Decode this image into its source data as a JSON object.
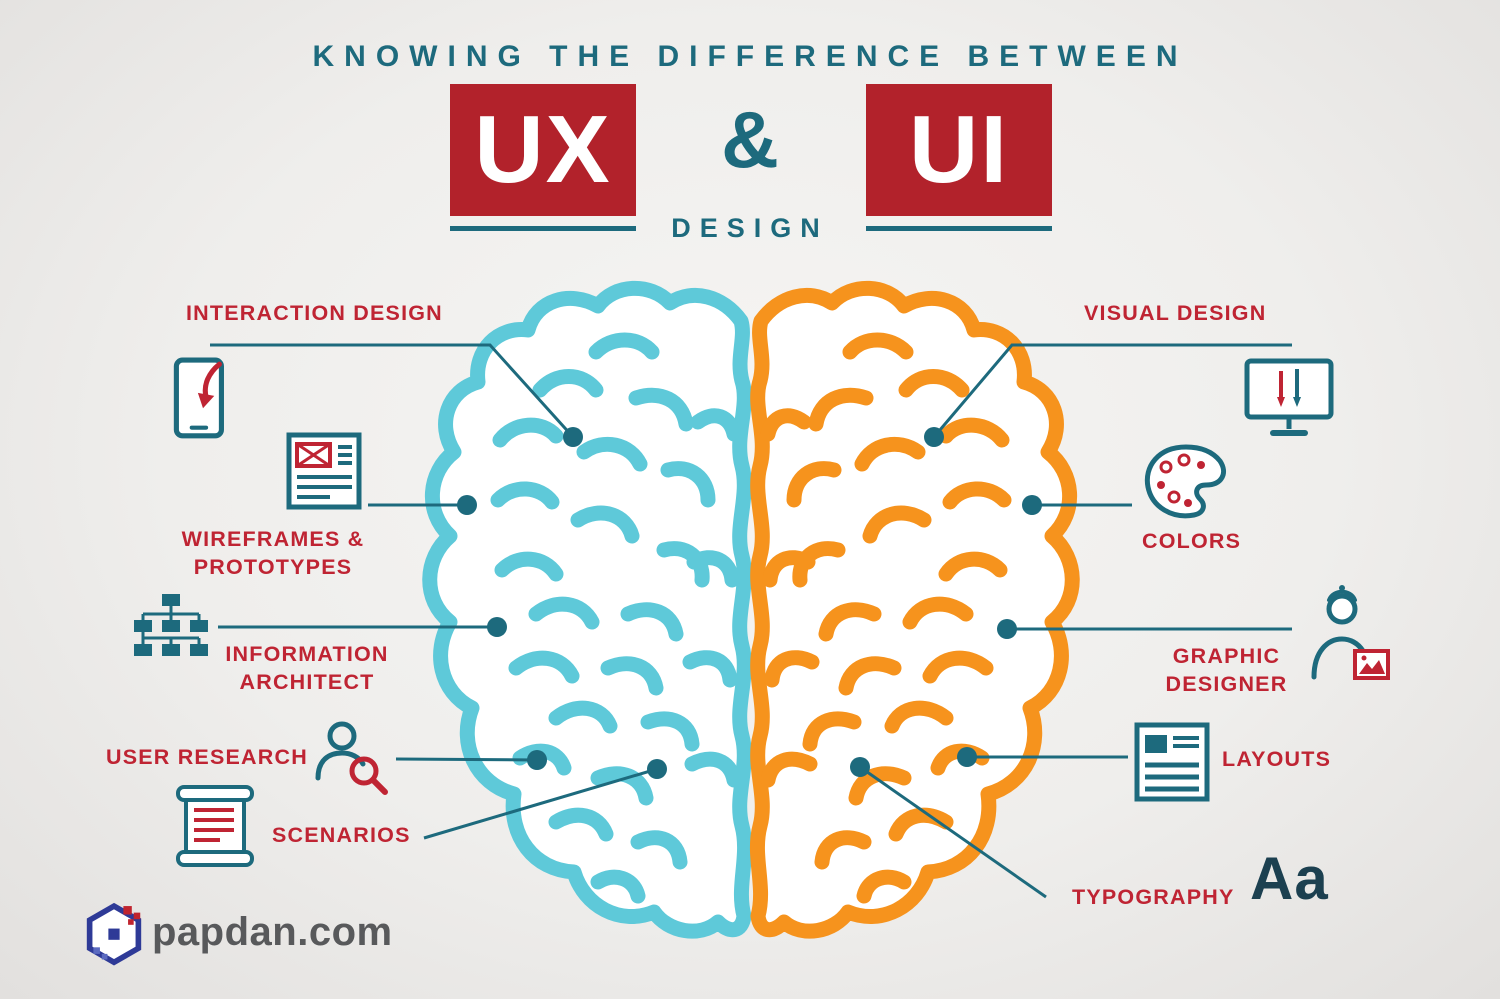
{
  "header": {
    "kicker": "KNOWING THE DIFFERENCE BETWEEN",
    "ux": "UX",
    "amp": "&",
    "ui": "UI",
    "design": "DESIGN"
  },
  "colors": {
    "badge_red": "#b2222b",
    "label_red": "#bf2433",
    "dark_teal": "#1d6a7d",
    "brain_left_teal": "#5ec9d9",
    "brain_right_orange": "#f6931d",
    "typography_glyph": "#1c4050",
    "logo_gray": "#58595b"
  },
  "labels": {
    "left": [
      {
        "text": "INTERACTION DESIGN",
        "icon": "tablet-touch-icon"
      },
      {
        "text": "WIREFRAMES & PROTOTYPES",
        "icon": "wireframe-doc-icon"
      },
      {
        "text": "INFORMATION ARCHITECT",
        "icon": "sitemap-icon"
      },
      {
        "text": "USER RESEARCH",
        "icon": "user-magnifier-icon"
      },
      {
        "text": "SCENARIOS",
        "icon": "scroll-icon"
      }
    ],
    "right": [
      {
        "text": "VISUAL DESIGN",
        "icon": "monitor-design-icon"
      },
      {
        "text": "COLORS",
        "icon": "palette-icon"
      },
      {
        "text": "GRAPHIC DESIGNER",
        "icon": "designer-person-icon"
      },
      {
        "text": "LAYOUTS",
        "icon": "layout-grid-icon"
      },
      {
        "text": "TYPOGRAPHY",
        "icon": "typography-aa-icon",
        "glyph": "Aa"
      }
    ]
  },
  "footer": {
    "logo_text": "papdan.com"
  }
}
